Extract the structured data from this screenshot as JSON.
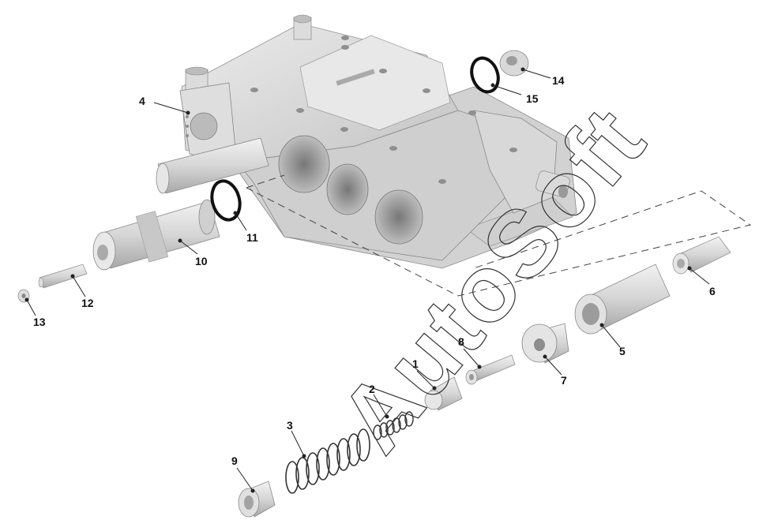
{
  "watermark": "AutoSoft",
  "callouts": [
    {
      "id": "1",
      "label": "1"
    },
    {
      "id": "2",
      "label": "2"
    },
    {
      "id": "3",
      "label": "3"
    },
    {
      "id": "4",
      "label": "4"
    },
    {
      "id": "5",
      "label": "5"
    },
    {
      "id": "6",
      "label": "6"
    },
    {
      "id": "7",
      "label": "7"
    },
    {
      "id": "8",
      "label": "8"
    },
    {
      "id": "9",
      "label": "9"
    },
    {
      "id": "10",
      "label": "10"
    },
    {
      "id": "11",
      "label": "11"
    },
    {
      "id": "12",
      "label": "12"
    },
    {
      "id": "13",
      "label": "13"
    },
    {
      "id": "14",
      "label": "14"
    },
    {
      "id": "15",
      "label": "15"
    }
  ],
  "colors": {
    "part_light": "#e4e4e4",
    "part_mid": "#c8c8c8",
    "part_dark": "#9a9a9a",
    "ring": "#111111",
    "line": "#222222"
  }
}
